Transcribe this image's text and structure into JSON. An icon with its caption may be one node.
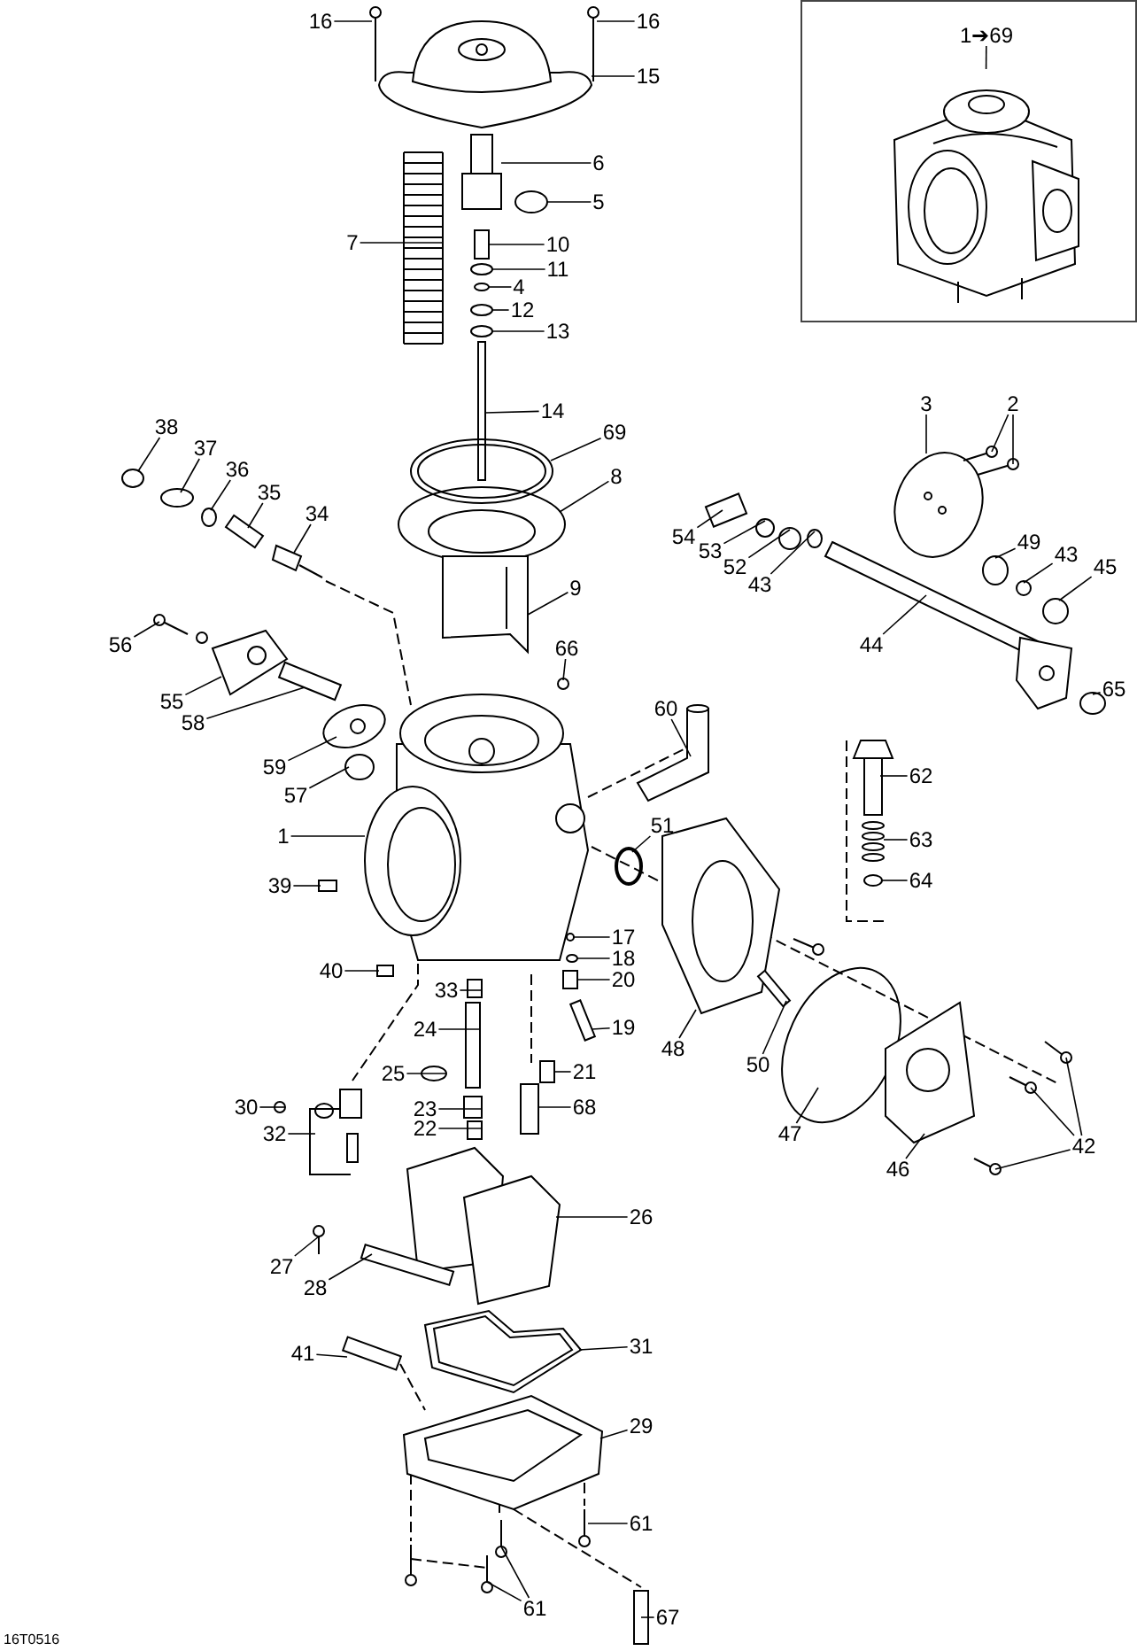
{
  "diagram": {
    "nodes": [
      {
        "text": [],
        "shape": "box"
      },
      {
        "text": [
          "1➔69"
        ],
        "in": 0
      },
      {
        "text": [],
        "shape": "picture",
        "in": 0
      },
      {
        "text": [
          "16"
        ]
      },
      {
        "text": [
          "16"
        ]
      },
      {
        "text": [
          "15"
        ]
      },
      {
        "text": [
          "6"
        ]
      },
      {
        "text": [
          "5"
        ]
      },
      {
        "text": [
          "7"
        ]
      },
      {
        "text": [
          "10"
        ]
      },
      {
        "text": [
          "11"
        ]
      },
      {
        "text": [
          "4"
        ]
      },
      {
        "text": [
          "12"
        ]
      },
      {
        "text": [
          "13"
        ]
      },
      {
        "text": [
          "14"
        ]
      },
      {
        "text": [
          "3"
        ]
      },
      {
        "text": [
          "2"
        ]
      },
      {
        "text": [
          "69"
        ]
      },
      {
        "text": [
          "38"
        ]
      },
      {
        "text": [
          "37"
        ]
      },
      {
        "text": [
          "36"
        ]
      },
      {
        "text": [
          "8"
        ]
      },
      {
        "text": [
          "35"
        ]
      },
      {
        "text": [
          "34"
        ]
      },
      {
        "text": [
          "54"
        ]
      },
      {
        "text": [
          "53"
        ]
      },
      {
        "text": [
          "52"
        ]
      },
      {
        "text": [
          "43"
        ]
      },
      {
        "text": [
          "49"
        ]
      },
      {
        "text": [
          "43"
        ]
      },
      {
        "text": [
          "45"
        ]
      },
      {
        "text": [
          "9"
        ]
      },
      {
        "text": [
          "56"
        ]
      },
      {
        "text": [
          "66"
        ]
      },
      {
        "text": [
          "44"
        ]
      },
      {
        "text": [
          "55"
        ]
      },
      {
        "text": [
          "65"
        ]
      },
      {
        "text": [
          "58"
        ]
      },
      {
        "text": [
          "60"
        ]
      },
      {
        "text": [
          "59"
        ]
      },
      {
        "text": [
          "62"
        ]
      },
      {
        "text": [
          "57"
        ]
      },
      {
        "text": [
          "51"
        ]
      },
      {
        "text": [
          "1"
        ]
      },
      {
        "text": [
          "63"
        ]
      },
      {
        "text": [
          "39"
        ]
      },
      {
        "text": [
          "64"
        ]
      },
      {
        "text": [
          "17"
        ]
      },
      {
        "text": [
          "40"
        ]
      },
      {
        "text": [
          "18"
        ]
      },
      {
        "text": [
          "20"
        ]
      },
      {
        "text": [
          "33"
        ]
      },
      {
        "text": [
          "48"
        ]
      },
      {
        "text": [
          "24"
        ]
      },
      {
        "text": [
          "19"
        ]
      },
      {
        "text": [
          "50"
        ]
      },
      {
        "text": [
          "25"
        ]
      },
      {
        "text": [
          "21"
        ]
      },
      {
        "text": [
          "30"
        ]
      },
      {
        "text": [
          "23"
        ]
      },
      {
        "text": [
          "68"
        ]
      },
      {
        "text": [
          "32"
        ]
      },
      {
        "text": [
          "22"
        ]
      },
      {
        "text": [
          "47"
        ]
      },
      {
        "text": [
          "42"
        ]
      },
      {
        "text": [
          "46"
        ]
      },
      {
        "text": [
          "26"
        ]
      },
      {
        "text": [
          "27"
        ]
      },
      {
        "text": [
          "28"
        ]
      },
      {
        "text": [
          "31"
        ]
      },
      {
        "text": [
          "41"
        ]
      },
      {
        "text": [
          "29"
        ]
      },
      {
        "text": [
          "61"
        ]
      },
      {
        "text": [
          "61"
        ]
      },
      {
        "text": [
          "67"
        ]
      },
      {
        "text": [],
        "shape": "picture"
      },
      {
        "text": [],
        "shape": "picture"
      },
      {
        "text": [],
        "shape": "picture"
      },
      {
        "text": [],
        "shape": "picture"
      },
      {
        "text": [],
        "shape": "circle"
      },
      {
        "text": [],
        "shape": "picture"
      },
      {
        "text": [],
        "shape": "box"
      },
      {
        "text": [],
        "shape": "circle"
      },
      {
        "text": [],
        "shape": "circle"
      },
      {
        "text": [],
        "shape": "circle"
      },
      {
        "text": [],
        "shape": "circle"
      },
      {
        "text": [],
        "shape": "box"
      },
      {
        "text": [],
        "shape": "picture"
      },
      {
        "text": [],
        "shape": "picture"
      },
      {
        "text": [],
        "shape": "picture"
      },
      {
        "text": [],
        "shape": "picture"
      },
      {
        "text": [],
        "shape": "circle"
      },
      {
        "text": [],
        "shape": "circle"
      },
      {
        "text": [],
        "shape": "circle"
      },
      {
        "text": [],
        "shape": "picture"
      },
      {
        "text": [],
        "shape": "box"
      },
      {
        "text": [],
        "shape": "picture"
      },
      {
        "text": [],
        "shape": "box"
      },
      {
        "text": [],
        "shape": "circle"
      },
      {
        "text": [],
        "shape": "circle"
      },
      {
        "text": [],
        "shape": "circle"
      },
      {
        "text": [],
        "shape": "circle"
      },
      {
        "text": [],
        "shape": "circle"
      },
      {
        "text": [],
        "shape": "circle"
      },
      {
        "text": [],
        "shape": "picture"
      },
      {
        "text": [],
        "shape": "picture"
      },
      {
        "text": [],
        "shape": "circle"
      },
      {
        "text": [],
        "shape": "picture"
      },
      {
        "text": [],
        "shape": "picture"
      },
      {
        "text": [],
        "shape": "circle"
      },
      {
        "text": [],
        "shape": "box"
      },
      {
        "text": [],
        "shape": "picture"
      },
      {
        "text": [],
        "shape": "picture"
      },
      {
        "text": [],
        "shape": "picture"
      },
      {
        "text": [],
        "shape": "circle"
      },
      {
        "text": [],
        "shape": "circle"
      },
      {
        "text": [],
        "shape": "picture"
      },
      {
        "text": [],
        "shape": "picture"
      },
      {
        "text": [],
        "shape": "box"
      },
      {
        "text": [],
        "shape": "circle"
      },
      {
        "text": [],
        "shape": "circle"
      },
      {
        "text": [],
        "shape": "box"
      },
      {
        "text": [],
        "shape": "circle"
      },
      {
        "text": [],
        "shape": "box"
      },
      {
        "text": [],
        "shape": "box"
      },
      {
        "text": [],
        "shape": "picture"
      },
      {
        "text": [],
        "shape": "box"
      },
      {
        "text": [],
        "shape": "box"
      },
      {
        "text": [],
        "shape": "box"
      },
      {
        "text": [],
        "shape": "circle"
      },
      {
        "text": [],
        "shape": "box"
      },
      {
        "text": [],
        "shape": "circle"
      },
      {
        "text": [],
        "shape": "box"
      },
      {
        "text": [],
        "shape": "box"
      },
      {
        "text": [],
        "shape": "picture"
      },
      {
        "text": [],
        "shape": "box"
      },
      {
        "text": [],
        "shape": "circle"
      },
      {
        "text": [],
        "shape": "picture"
      },
      {
        "text": [],
        "shape": "picture"
      },
      {
        "text": [],
        "shape": "picture"
      },
      {
        "text": [],
        "shape": "picture"
      },
      {
        "text": [],
        "shape": "picture"
      },
      {
        "text": [],
        "shape": "picture"
      },
      {
        "text": [],
        "shape": "box"
      },
      {
        "text": [],
        "shape": "picture"
      },
      {
        "text": [],
        "shape": "box"
      },
      {
        "text": [],
        "shape": "picture"
      },
      {
        "text": [],
        "shape": "picture"
      },
      {
        "text": [],
        "shape": "picture"
      },
      {
        "text": [],
        "shape": "picture"
      },
      {
        "text": [],
        "shape": "box"
      }
    ],
    "edges": [
      {
        "from": 1,
        "to": 2,
        "arrow": "none"
      },
      {
        "from": 3,
        "to": 75,
        "arrow": "none"
      },
      {
        "from": 4,
        "to": 76,
        "arrow": "none"
      },
      {
        "from": 5,
        "to": 77,
        "arrow": "none"
      },
      {
        "from": 6,
        "to": 78,
        "arrow": "none"
      },
      {
        "from": 7,
        "to": 79,
        "arrow": "none"
      },
      {
        "from": 8,
        "to": 80,
        "arrow": "none"
      },
      {
        "from": 9,
        "to": 81,
        "arrow": "none"
      },
      {
        "from": 10,
        "to": 82,
        "arrow": "none"
      },
      {
        "from": 11,
        "to": 83,
        "arrow": "none"
      },
      {
        "from": 12,
        "to": 84,
        "arrow": "none"
      },
      {
        "from": 13,
        "to": 85,
        "arrow": "none"
      },
      {
        "from": 14,
        "to": 86,
        "arrow": "none"
      },
      {
        "from": 15,
        "to": 87,
        "arrow": "none"
      },
      {
        "from": 16,
        "to": 88,
        "arrow": "none"
      },
      {
        "from": 16,
        "to": 89,
        "arrow": "none"
      },
      {
        "from": 17,
        "to": 90,
        "arrow": "none"
      },
      {
        "from": 18,
        "to": 91,
        "arrow": "none"
      },
      {
        "from": 19,
        "to": 92,
        "arrow": "none"
      },
      {
        "from": 20,
        "to": 93,
        "arrow": "none"
      },
      {
        "from": 21,
        "to": 94,
        "arrow": "none"
      },
      {
        "from": 22,
        "to": 95,
        "arrow": "none"
      },
      {
        "from": 23,
        "to": 96,
        "arrow": "none"
      },
      {
        "from": 24,
        "to": 97,
        "arrow": "none"
      },
      {
        "from": 25,
        "to": 98,
        "arrow": "none"
      },
      {
        "from": 26,
        "to": 99,
        "arrow": "none"
      },
      {
        "from": 27,
        "to": 100,
        "arrow": "none"
      },
      {
        "from": 28,
        "to": 101,
        "arrow": "none"
      },
      {
        "from": 29,
        "to": 102,
        "arrow": "none"
      },
      {
        "from": 30,
        "to": 103,
        "arrow": "none"
      },
      {
        "from": 31,
        "to": 104,
        "arrow": "none"
      },
      {
        "from": 32,
        "to": 105,
        "arrow": "none"
      },
      {
        "from": 33,
        "to": 106,
        "arrow": "none"
      },
      {
        "from": 34,
        "to": 107,
        "arrow": "none"
      },
      {
        "from": 35,
        "to": 108,
        "arrow": "none"
      },
      {
        "from": 36,
        "to": 109,
        "arrow": "none"
      },
      {
        "from": 37,
        "to": 110,
        "arrow": "none"
      },
      {
        "from": 38,
        "to": 111,
        "arrow": "none"
      },
      {
        "from": 39,
        "to": 112,
        "arrow": "none"
      },
      {
        "from": 40,
        "to": 113,
        "arrow": "none"
      },
      {
        "from": 41,
        "to": 114,
        "arrow": "none"
      },
      {
        "from": 42,
        "to": 115,
        "arrow": "none"
      },
      {
        "from": 43,
        "to": 116,
        "arrow": "none"
      },
      {
        "from": 44,
        "to": 117,
        "arrow": "none"
      },
      {
        "from": 45,
        "to": 118,
        "arrow": "none"
      },
      {
        "from": 46,
        "to": 119,
        "arrow": "none"
      },
      {
        "from": 47,
        "to": 120,
        "arrow": "none"
      },
      {
        "from": 48,
        "to": 121,
        "arrow": "none"
      },
      {
        "from": 49,
        "to": 122,
        "arrow": "none"
      },
      {
        "from": 50,
        "to": 123,
        "arrow": "none"
      },
      {
        "from": 51,
        "to": 124,
        "arrow": "none"
      },
      {
        "from": 52,
        "to": 125,
        "arrow": "none"
      },
      {
        "from": 53,
        "to": 126,
        "arrow": "none"
      },
      {
        "from": 54,
        "to": 127,
        "arrow": "none"
      },
      {
        "from": 55,
        "to": 128,
        "arrow": "none"
      },
      {
        "from": 56,
        "to": 129,
        "arrow": "none"
      },
      {
        "from": 57,
        "to": 130,
        "arrow": "none"
      },
      {
        "from": 58,
        "to": 131,
        "arrow": "none"
      },
      {
        "from": 59,
        "to": 132,
        "arrow": "none"
      },
      {
        "from": 60,
        "to": 133,
        "arrow": "none"
      },
      {
        "from": 61,
        "to": 134,
        "arrow": "none"
      },
      {
        "from": 62,
        "to": 135,
        "arrow": "none"
      },
      {
        "from": 63,
        "to": 136,
        "arrow": "none"
      },
      {
        "from": 64,
        "to": 137,
        "arrow": "none"
      },
      {
        "from": 64,
        "to": 138,
        "arrow": "none"
      },
      {
        "from": 64,
        "to": 139,
        "arrow": "none"
      },
      {
        "from": 65,
        "to": 140,
        "arrow": "none"
      },
      {
        "from": 66,
        "to": 141,
        "arrow": "none"
      },
      {
        "from": 67,
        "to": 142,
        "arrow": "none"
      },
      {
        "from": 68,
        "to": 143,
        "arrow": "none"
      },
      {
        "from": 69,
        "to": 144,
        "arrow": "none"
      },
      {
        "from": 70,
        "to": 145,
        "arrow": "none"
      },
      {
        "from": 71,
        "to": 146,
        "arrow": "none"
      },
      {
        "from": 72,
        "to": 147,
        "arrow": "none"
      },
      {
        "from": 73,
        "to": 148,
        "arrow": "none"
      },
      {
        "from": 73,
        "to": 149,
        "arrow": "none"
      },
      {
        "from": 74,
        "to": 150,
        "arrow": "none"
      }
    ],
    "labels": [
      "16T0516"
    ]
  }
}
